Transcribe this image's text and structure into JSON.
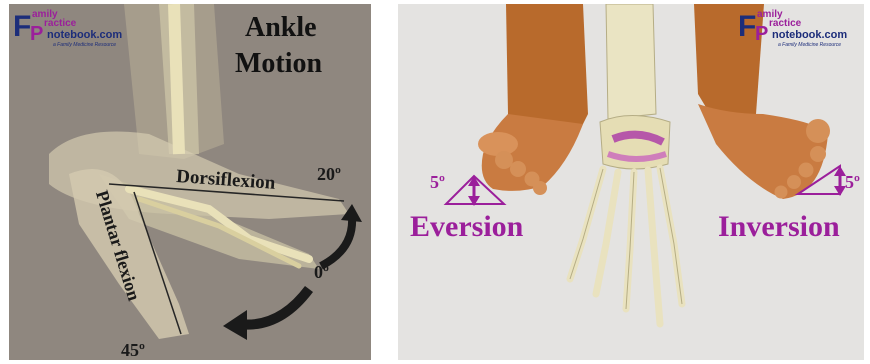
{
  "logo": {
    "letter_f": "F",
    "letter_p": "P",
    "amily": "amily",
    "ractice": "ractice",
    "notebook": "notebook.com",
    "tagline": "a Family Medicine Resource"
  },
  "left": {
    "title_line1": "Ankle",
    "title_line2": "Motion",
    "dorsiflexion": "Dorsiflexion",
    "plantar_flexion": "Plantar flexion",
    "angle_20": "20º",
    "angle_0": "0º",
    "angle_45": "45º"
  },
  "right": {
    "eversion": "Eversion",
    "inversion": "Inversion",
    "angle_left": "5º",
    "angle_right": "5º"
  },
  "colors": {
    "left_bg": "#8f877f",
    "right_bg": "#e4e3e1",
    "purple": "#9b1f9b",
    "navy": "#1c2d7a",
    "bone": "#e2dcb4",
    "skin": "#c8773e"
  }
}
